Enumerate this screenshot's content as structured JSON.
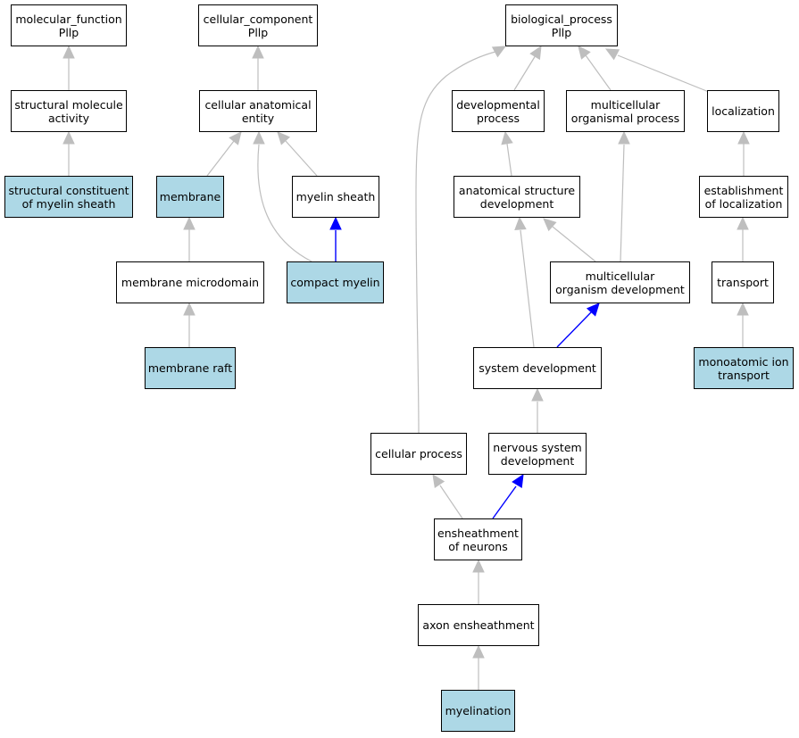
{
  "colors": {
    "highlight_fill": "#add8e6",
    "node_fill": "#ffffff",
    "edge_default": "#bebebe",
    "edge_emphasis": "#0000ff"
  },
  "nodes": {
    "molecular_function": [
      "molecular_function",
      "Pllp"
    ],
    "structural_molecule_activity": [
      "structural molecule",
      "activity"
    ],
    "structural_constituent_of_myelin_sheath": [
      "structural constituent",
      "of myelin sheath"
    ],
    "cellular_component": [
      "cellular_component",
      "Pllp"
    ],
    "cellular_anatomical_entity": [
      "cellular anatomical",
      "entity"
    ],
    "membrane": [
      "membrane"
    ],
    "myelin_sheath": [
      "myelin sheath"
    ],
    "membrane_microdomain": [
      "membrane microdomain"
    ],
    "compact_myelin": [
      "compact myelin"
    ],
    "membrane_raft": [
      "membrane raft"
    ],
    "biological_process": [
      "biological_process",
      "Pllp"
    ],
    "developmental_process": [
      "developmental",
      "process"
    ],
    "multicellular_organismal_process": [
      "multicellular",
      "organismal process"
    ],
    "localization": [
      "localization"
    ],
    "anatomical_structure_development": [
      "anatomical structure",
      "development"
    ],
    "establishment_of_localization": [
      "establishment",
      "of localization"
    ],
    "multicellular_organism_development": [
      "multicellular",
      "organism development"
    ],
    "transport": [
      "transport"
    ],
    "system_development": [
      "system development"
    ],
    "monoatomic_ion_transport": [
      "monoatomic ion",
      "transport"
    ],
    "cellular_process": [
      "cellular process"
    ],
    "nervous_system_development": [
      "nervous system",
      "development"
    ],
    "ensheathment_of_neurons": [
      "ensheathment",
      "of neurons"
    ],
    "axon_ensheathment": [
      "axon ensheathment"
    ],
    "myelination": [
      "myelination"
    ]
  },
  "highlighted": [
    "structural_constituent_of_myelin_sheath",
    "membrane",
    "compact_myelin",
    "membrane_raft",
    "monoatomic_ion_transport",
    "myelination"
  ],
  "edges": [
    {
      "from": "structural_molecule_activity",
      "to": "molecular_function",
      "style": "default"
    },
    {
      "from": "structural_constituent_of_myelin_sheath",
      "to": "structural_molecule_activity",
      "style": "default"
    },
    {
      "from": "cellular_anatomical_entity",
      "to": "cellular_component",
      "style": "default"
    },
    {
      "from": "membrane",
      "to": "cellular_anatomical_entity",
      "style": "default"
    },
    {
      "from": "myelin_sheath",
      "to": "cellular_anatomical_entity",
      "style": "default"
    },
    {
      "from": "compact_myelin",
      "to": "cellular_anatomical_entity",
      "style": "default"
    },
    {
      "from": "compact_myelin",
      "to": "myelin_sheath",
      "style": "emphasis"
    },
    {
      "from": "membrane_microdomain",
      "to": "membrane",
      "style": "default"
    },
    {
      "from": "membrane_raft",
      "to": "membrane_microdomain",
      "style": "default"
    },
    {
      "from": "developmental_process",
      "to": "biological_process",
      "style": "default"
    },
    {
      "from": "multicellular_organismal_process",
      "to": "biological_process",
      "style": "default"
    },
    {
      "from": "localization",
      "to": "biological_process",
      "style": "default"
    },
    {
      "from": "cellular_process",
      "to": "biological_process",
      "style": "default"
    },
    {
      "from": "anatomical_structure_development",
      "to": "developmental_process",
      "style": "default"
    },
    {
      "from": "multicellular_organism_development",
      "to": "anatomical_structure_development",
      "style": "default"
    },
    {
      "from": "multicellular_organism_development",
      "to": "multicellular_organismal_process",
      "style": "default"
    },
    {
      "from": "system_development",
      "to": "anatomical_structure_development",
      "style": "default"
    },
    {
      "from": "system_development",
      "to": "multicellular_organism_development",
      "style": "emphasis"
    },
    {
      "from": "establishment_of_localization",
      "to": "localization",
      "style": "default"
    },
    {
      "from": "transport",
      "to": "establishment_of_localization",
      "style": "default"
    },
    {
      "from": "monoatomic_ion_transport",
      "to": "transport",
      "style": "default"
    },
    {
      "from": "nervous_system_development",
      "to": "system_development",
      "style": "default"
    },
    {
      "from": "ensheathment_of_neurons",
      "to": "cellular_process",
      "style": "default"
    },
    {
      "from": "ensheathment_of_neurons",
      "to": "nervous_system_development",
      "style": "emphasis"
    },
    {
      "from": "axon_ensheathment",
      "to": "ensheathment_of_neurons",
      "style": "default"
    },
    {
      "from": "myelination",
      "to": "axon_ensheathment",
      "style": "default"
    }
  ]
}
